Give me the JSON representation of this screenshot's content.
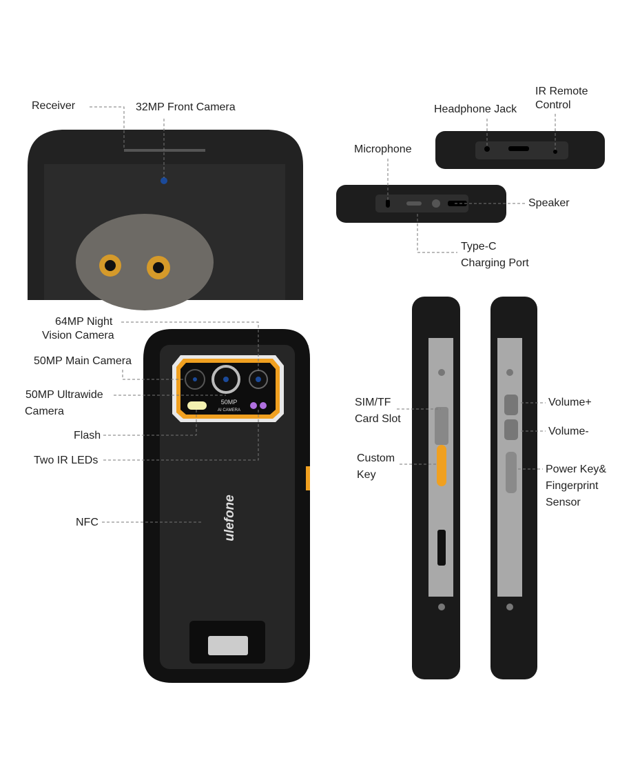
{
  "labels": {
    "receiver": "Receiver",
    "front_camera": "32MP Front Camera",
    "headphone_jack": "Headphone Jack",
    "ir_remote_1": "IR Remote",
    "ir_remote_2": "Control",
    "microphone": "Microphone",
    "speaker": "Speaker",
    "typec_1": "Type-C",
    "typec_2": "Charging Port",
    "night_cam_1": "64MP Night",
    "night_cam_2": "Vision Camera",
    "main_cam": "50MP Main Camera",
    "ultra_1": "50MP Ultrawide",
    "ultra_2": "Camera",
    "flash": "Flash",
    "ir_leds": "Two IR LEDs",
    "nfc": "NFC",
    "sim_1": "SIM/TF",
    "sim_2": "Card Slot",
    "custom_1": "Custom",
    "custom_2": "Key",
    "vol_up": "Volume+",
    "vol_down": "Volume-",
    "power_1": "Power Key&",
    "power_2": "Fingerprint",
    "power_3": "Sensor"
  },
  "device": {
    "brand_logo": "ulefone",
    "camera_badge": "50MP",
    "camera_sub": "AI CAMERA"
  },
  "colors": {
    "accent": "#f0a020",
    "body": "#1a1a1a"
  }
}
